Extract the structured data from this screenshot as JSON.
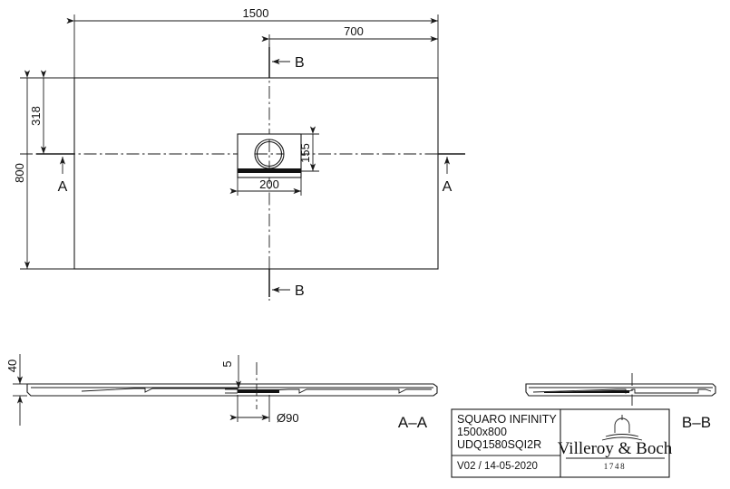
{
  "drawing": {
    "title": "SQUARO INFINITY shower tray technical drawing",
    "plan": {
      "dim_width": "1500",
      "dim_width_partial": "700",
      "dim_height": "800",
      "dim_offset_top": "318",
      "drain_width": "200",
      "drain_height": "155",
      "section_mark_a_left": "A",
      "section_mark_a_right": "A",
      "section_mark_b_top": "B",
      "section_mark_b_bottom": "B"
    },
    "section_aa": {
      "label": "A–A",
      "dim_thickness": "40",
      "dim_drain_depth": "5",
      "dim_drain_diameter": "Ø90"
    },
    "section_bb": {
      "label": "B–B"
    }
  },
  "title_block": {
    "product_name": "SQUARO INFINITY",
    "size": "1500x800",
    "article_number": "UDQ1580SQI2R",
    "revision": "V02 / 14-05-2020",
    "brand": "Villeroy & Boch",
    "brand_year": "1748",
    "logo_icon": "fountain-icon"
  },
  "colors": {
    "line": "#1a1a1a",
    "fill_black": "#111111",
    "background": "#ffffff"
  }
}
